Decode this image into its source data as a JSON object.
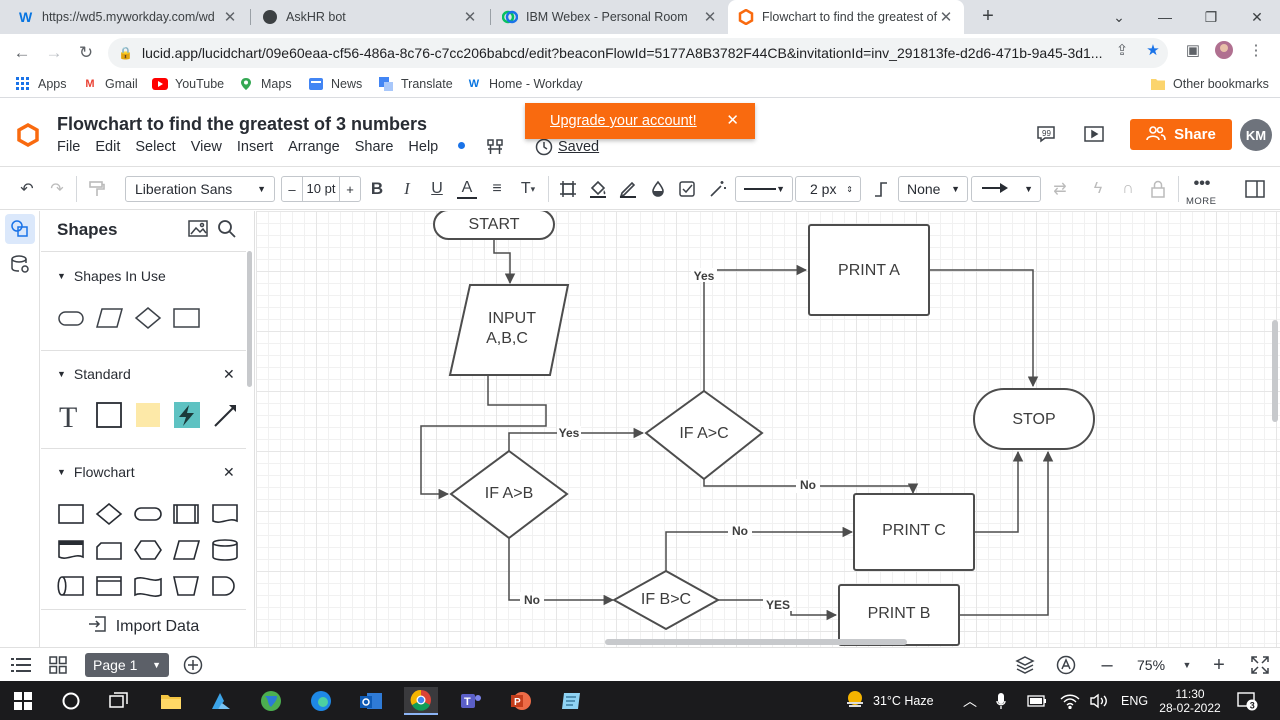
{
  "browser": {
    "tabs": [
      {
        "label": "https://wd5.myworkday.com/wd",
        "icon": "workday-icon"
      },
      {
        "label": "AskHR bot",
        "icon": "chat-icon"
      },
      {
        "label": "IBM Webex - Personal Room",
        "icon": "webex-icon"
      },
      {
        "label": "Flowchart to find the greatest of",
        "icon": "lucid-icon",
        "active": true
      }
    ],
    "url": "lucid.app/lucidchart/09e60eaa-cf56-486a-8c76-c7cc206babcd/edit?beaconFlowId=5177A8B3782F44CB&invitationId=inv_291813fe-d2d6-471b-9a45-3d1...",
    "bookmarks": [
      "Apps",
      "Gmail",
      "YouTube",
      "Maps",
      "News",
      "Translate",
      "Home - Workday"
    ],
    "other_bookmarks": "Other bookmarks"
  },
  "app": {
    "title": "Flowchart to find the greatest of 3 numbers",
    "menu": [
      "File",
      "Edit",
      "Select",
      "View",
      "Insert",
      "Arrange",
      "Share",
      "Help"
    ],
    "saved": "Saved",
    "upgrade": "Upgrade your account!",
    "share": "Share",
    "avatar": "KM",
    "accent": "#f96a0f"
  },
  "format": {
    "font": "Liberation Sans",
    "font_size": "10 pt",
    "line_width": "2 px",
    "end_style": "None",
    "more": "MORE"
  },
  "panel": {
    "title": "Shapes",
    "sections": [
      "Shapes In Use",
      "Standard",
      "Flowchart"
    ],
    "import": "Import Data"
  },
  "flowchart": {
    "start": "START",
    "input_line1": "INPUT",
    "input_line2": "A,B,C",
    "if_ab": "IF A>B",
    "if_ac": "IF A>C",
    "if_bc": "IF B>C",
    "print_a": "PRINT A",
    "print_b": "PRINT B",
    "print_c": "PRINT C",
    "stop": "STOP",
    "yes1": "Yes",
    "yes2": "Yes",
    "yes3": "YES",
    "no1": "No",
    "no2": "No",
    "no3": "No"
  },
  "bottom": {
    "page": "Page 1",
    "zoom": "75%"
  },
  "taskbar": {
    "weather": "31°C  Haze",
    "lang": "ENG",
    "time": "11:30",
    "date": "28-02-2022",
    "notifications": "3"
  }
}
